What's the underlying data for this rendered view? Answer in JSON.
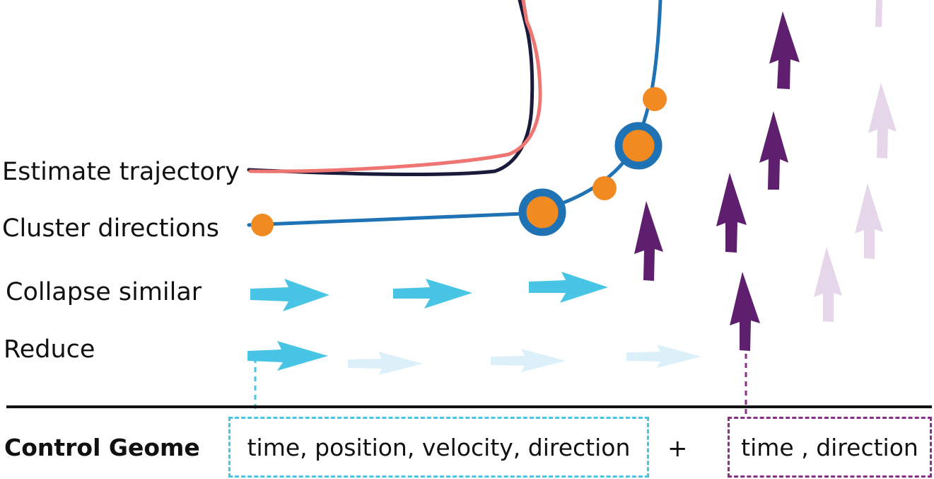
{
  "labels": {
    "estimate": "Estimate trajectory",
    "cluster": "Cluster directions",
    "collapse": "Collapse similar",
    "reduce": "Reduce",
    "control": "Control Geome"
  },
  "boxes": {
    "continuous": "time, position, velocity, direction",
    "plus": "+",
    "discrete": "time , direction"
  },
  "colors": {
    "cyan": "#48c4e4",
    "cyan_faded": "#dcf0fa",
    "purple": "#5e1f6e",
    "purple_faded": "#e6d6ea",
    "blue": "#1f73b4",
    "orange": "#f28a22",
    "salmon": "#ef7572",
    "navy": "#1a1a3a",
    "rule": "#111111"
  },
  "icons": [
    "arrow-right-icon",
    "arrow-up-icon",
    "waypoint-dot-icon",
    "ringed-waypoint-icon"
  ]
}
